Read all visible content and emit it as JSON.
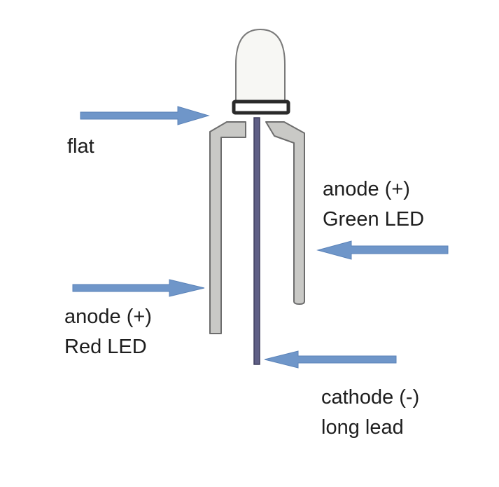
{
  "labels": {
    "flat": "flat",
    "red_anode_line1": "anode (+)",
    "red_anode_line2": "Red LED",
    "green_anode_line1": "anode (+)",
    "green_anode_line2": "Green LED",
    "cathode_line1": "cathode (-)",
    "cathode_line2": "long lead"
  },
  "colors": {
    "arrow": "#6f96c9",
    "arrow_stroke": "#5a82b8",
    "lead_fill": "#c9c9c6",
    "lead_stroke": "#6d6d6d",
    "cathode_lead": "#5f5f86",
    "dome_fill": "#f7f7f4",
    "flange": "#2a2a2a",
    "text": "#1e1e1e"
  }
}
